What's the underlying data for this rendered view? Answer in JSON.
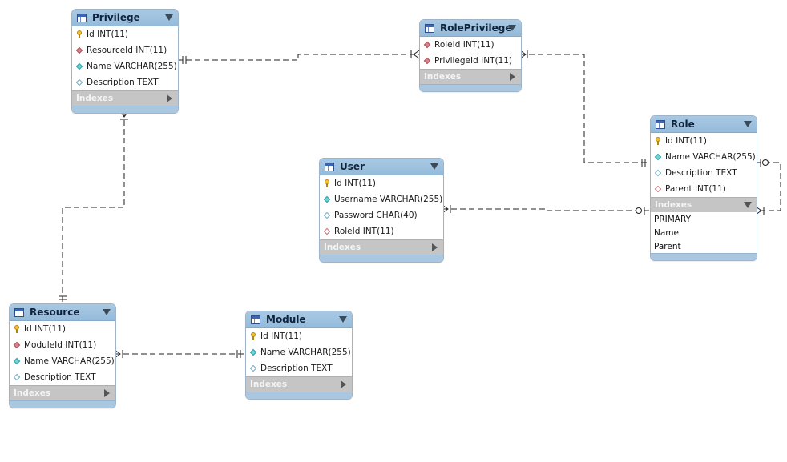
{
  "tables": {
    "privilege": {
      "title": "Privilege",
      "columns": [
        {
          "text": "Id INT(11)",
          "icon": "primary-key-icon"
        },
        {
          "text": "ResourceId INT(11)",
          "icon": "foreign-key-icon"
        },
        {
          "text": "Name VARCHAR(255)",
          "icon": "not-null-column-icon"
        },
        {
          "text": "Description TEXT",
          "icon": "nullable-column-icon"
        }
      ],
      "indexes_label": "Indexes"
    },
    "role_privilege": {
      "title": "RolePrivilege",
      "columns": [
        {
          "text": "RoleId INT(11)",
          "icon": "foreign-key-icon"
        },
        {
          "text": "PrivilegeId INT(11)",
          "icon": "foreign-key-icon"
        }
      ],
      "indexes_label": "Indexes"
    },
    "role": {
      "title": "Role",
      "columns": [
        {
          "text": "Id INT(11)",
          "icon": "primary-key-icon"
        },
        {
          "text": "Name VARCHAR(255)",
          "icon": "not-null-column-icon"
        },
        {
          "text": "Description TEXT",
          "icon": "nullable-column-icon"
        },
        {
          "text": "Parent INT(11)",
          "icon": "nullable-foreign-key-icon"
        }
      ],
      "indexes_label": "Indexes",
      "indexes": [
        "PRIMARY",
        "Name",
        "Parent"
      ]
    },
    "user": {
      "title": "User",
      "columns": [
        {
          "text": "Id INT(11)",
          "icon": "primary-key-icon"
        },
        {
          "text": "Username VARCHAR(255)",
          "icon": "not-null-column-icon"
        },
        {
          "text": "Password CHAR(40)",
          "icon": "nullable-column-icon"
        },
        {
          "text": "RoleId INT(11)",
          "icon": "nullable-foreign-key-icon"
        }
      ],
      "indexes_label": "Indexes"
    },
    "resource": {
      "title": "Resource",
      "columns": [
        {
          "text": "Id INT(11)",
          "icon": "primary-key-icon"
        },
        {
          "text": "ModuleId INT(11)",
          "icon": "foreign-key-icon"
        },
        {
          "text": "Name VARCHAR(255)",
          "icon": "not-null-column-icon"
        },
        {
          "text": "Description TEXT",
          "icon": "nullable-column-icon"
        }
      ],
      "indexes_label": "Indexes"
    },
    "module": {
      "title": "Module",
      "columns": [
        {
          "text": "Id INT(11)",
          "icon": "primary-key-icon"
        },
        {
          "text": "Name VARCHAR(255)",
          "icon": "not-null-column-icon"
        },
        {
          "text": "Description TEXT",
          "icon": "nullable-column-icon"
        }
      ],
      "indexes_label": "Indexes"
    }
  },
  "colors": {
    "header_blue": "#a9c9e3",
    "indexes_gray": "#c5c5c5",
    "connector": "#222222"
  }
}
